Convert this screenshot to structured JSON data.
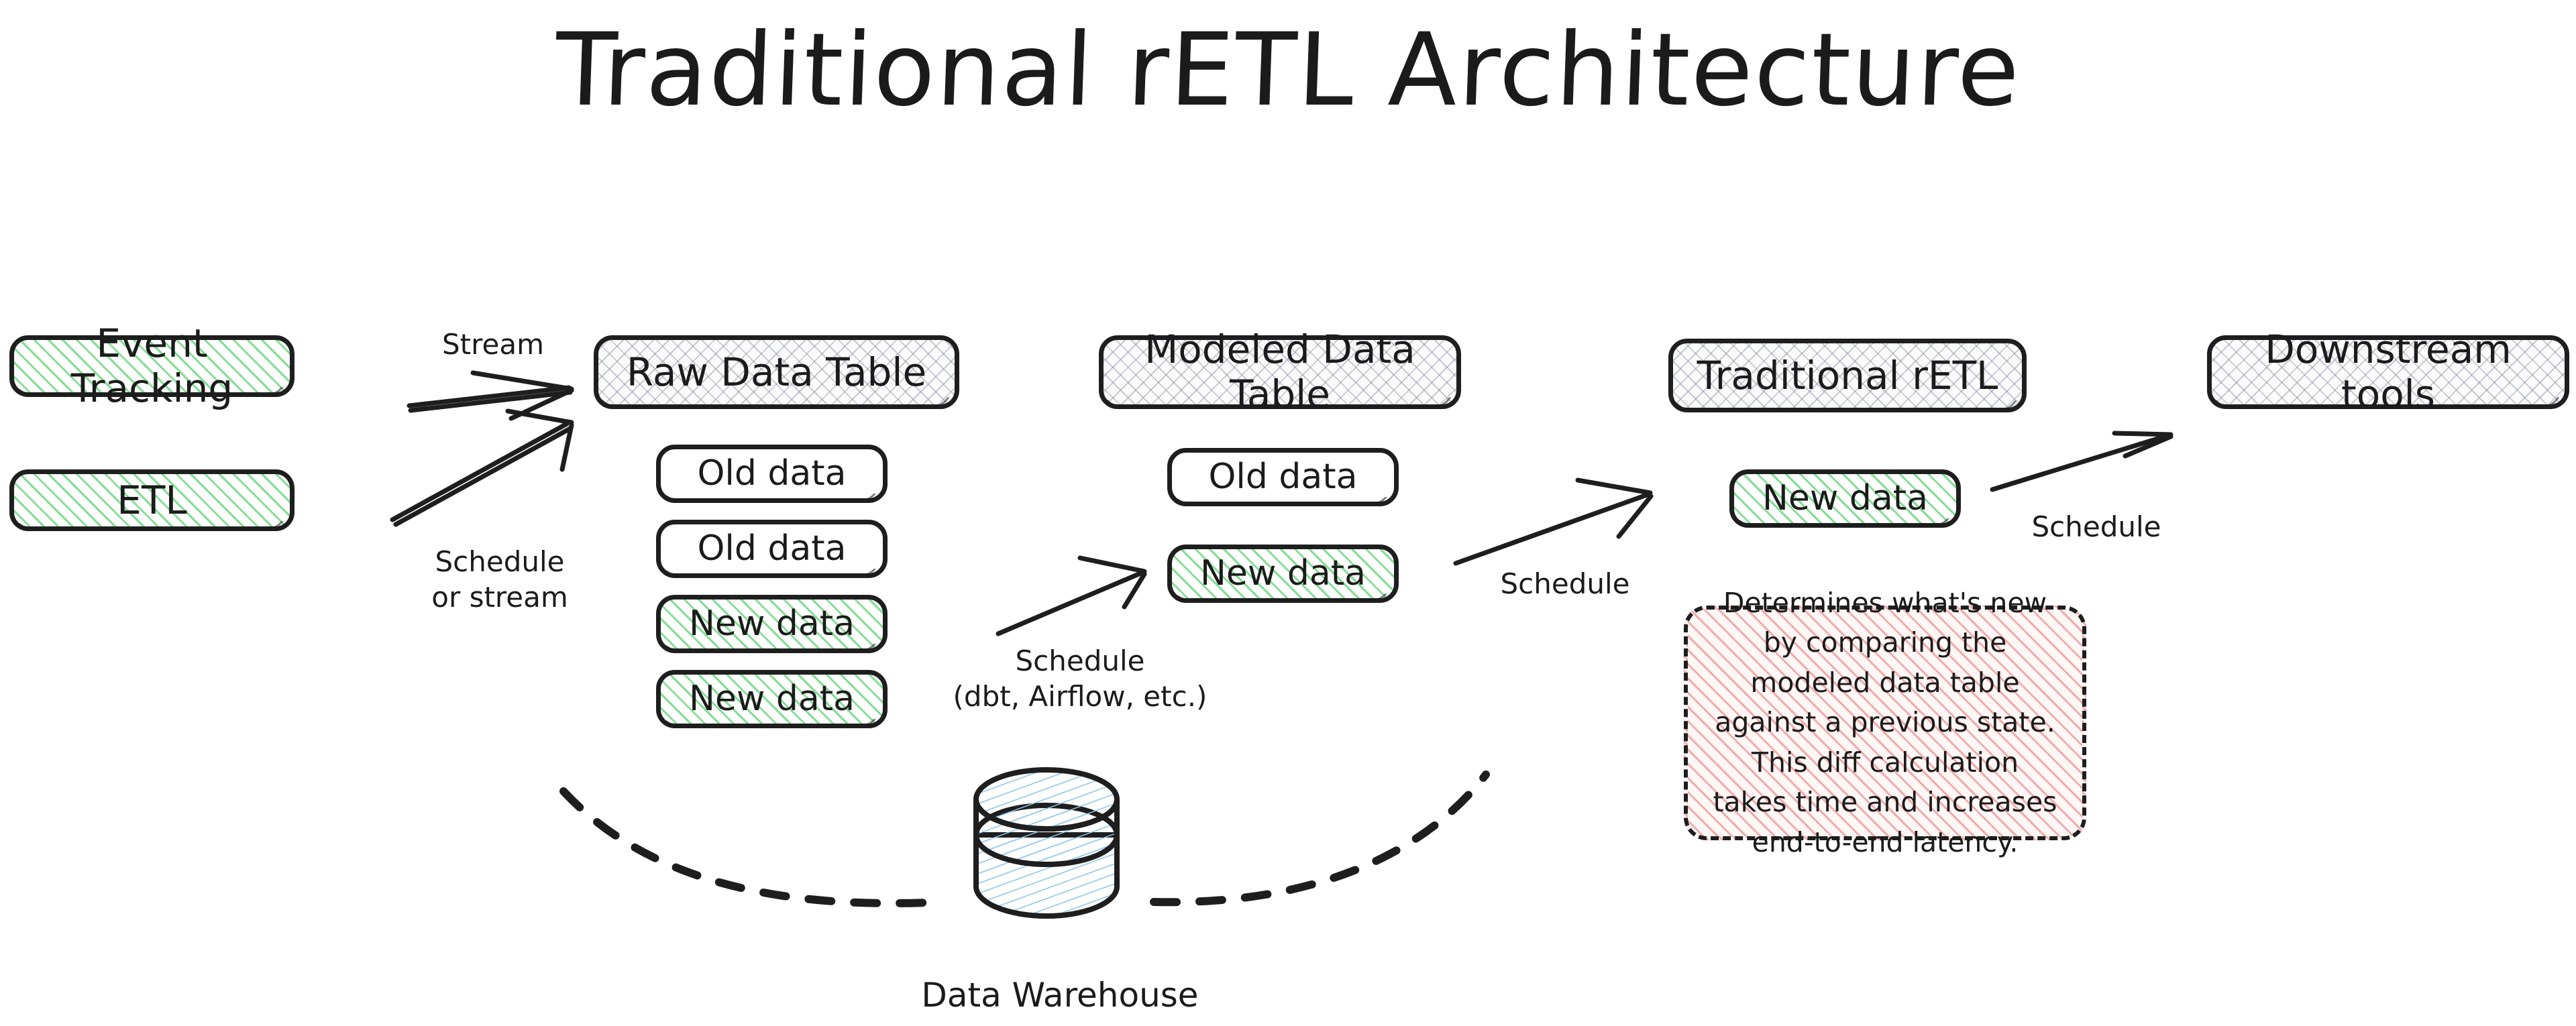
{
  "title": "Traditional rETL Architecture",
  "colors": {
    "stroke": "#1e1e1e",
    "green_accent": "#6dd882",
    "grey_hatch": "#78828f",
    "red_hatch": "#e98e8e",
    "blue_hatch": "#8cc4ea",
    "background": "#ffffff"
  },
  "sources": [
    {
      "label": "Event Tracking"
    },
    {
      "label": "ETL"
    }
  ],
  "stages": [
    {
      "id": "raw-data-table",
      "label": "Raw Data Table",
      "rows": [
        {
          "label": "Old data",
          "kind": "old"
        },
        {
          "label": "Old data",
          "kind": "old"
        },
        {
          "label": "New data",
          "kind": "new"
        },
        {
          "label": "New data",
          "kind": "new"
        }
      ]
    },
    {
      "id": "modeled-data-table",
      "label": "Modeled Data Table",
      "rows": [
        {
          "label": "Old data",
          "kind": "old"
        },
        {
          "label": "New data",
          "kind": "new"
        }
      ]
    },
    {
      "id": "traditional-retl",
      "label": "Traditional rETL",
      "rows": [
        {
          "label": "New data",
          "kind": "new"
        }
      ]
    },
    {
      "id": "downstream-tools",
      "label": "Downstream tools",
      "rows": []
    }
  ],
  "edges": [
    {
      "id": "event-tracking-to-raw",
      "label": "Stream"
    },
    {
      "id": "etl-to-raw",
      "label": "Schedule\nor stream"
    },
    {
      "id": "raw-to-modeled",
      "label": "Schedule\n(dbt, Airflow, etc.)"
    },
    {
      "id": "modeled-to-retl",
      "label": "Schedule"
    },
    {
      "id": "retl-to-downstream",
      "label": "Schedule"
    }
  ],
  "annotation": {
    "text": "Determines what's new by comparing the modeled data table against a previous state. This diff calculation takes time and increases end-to-end latency."
  },
  "warehouse": {
    "label": "Data Warehouse"
  }
}
